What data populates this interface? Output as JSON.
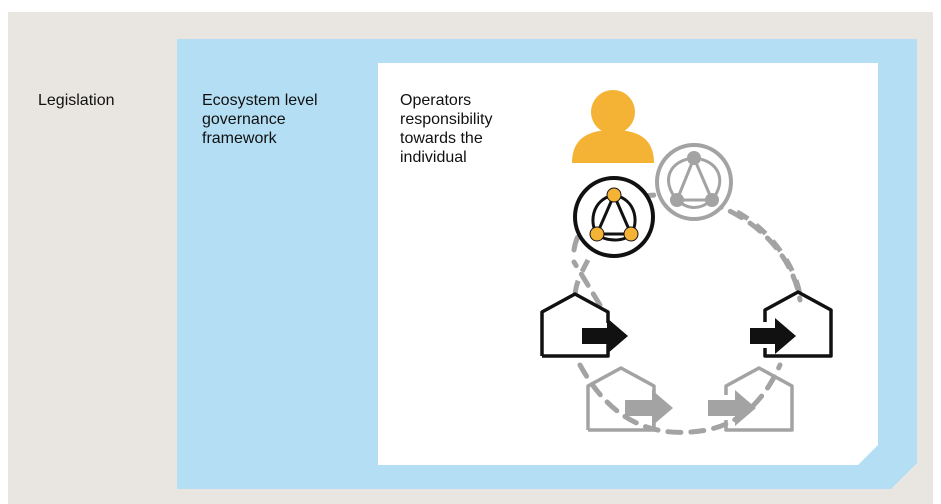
{
  "labels": {
    "legislation": "Legislation",
    "ecosystem": "Ecosystem level\ngovernance\nframework",
    "operators": "Operators\nresponsibility\ntowards the\nindividual"
  },
  "colors": {
    "outer_bg": "#e9e6e2",
    "middle_bg": "#b3def4",
    "inner_bg": "#ffffff",
    "accent": "#f5b335",
    "active": "#111111",
    "inactive": "#a3a3a3",
    "dashed_path": "#a3a3a3"
  },
  "icons": {
    "person": "person-icon",
    "network_active": "network-icon",
    "network_inactive": "network-icon",
    "house_in_active": "house-arrow-in-icon",
    "house_out_active": "house-arrow-out-icon",
    "house_in_inactive": "house-arrow-in-icon",
    "house_out_inactive": "house-arrow-out-icon"
  }
}
